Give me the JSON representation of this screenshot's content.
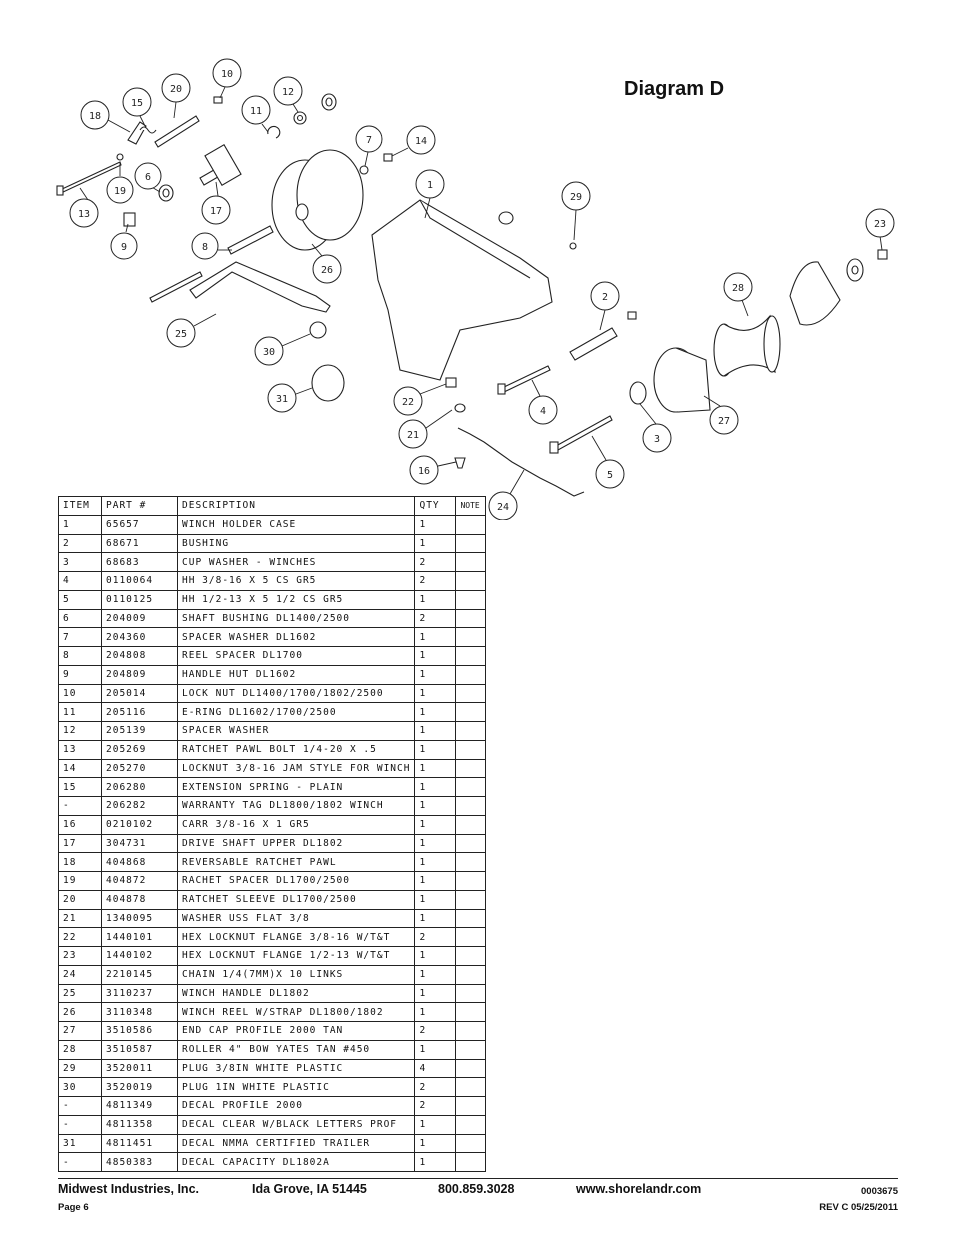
{
  "header": {
    "title": "Diagram D"
  },
  "table": {
    "headers": [
      "ITEM",
      "PART #",
      "DESCRIPTION",
      "QTY",
      "NOTE"
    ],
    "rows": [
      [
        "1",
        "65657",
        "WINCH HOLDER CASE",
        "1",
        ""
      ],
      [
        "2",
        "68671",
        "BUSHING",
        "1",
        ""
      ],
      [
        "3",
        "68683",
        "CUP WASHER - WINCHES",
        "2",
        ""
      ],
      [
        "4",
        "0110064",
        "HH 3/8-16 X 5 CS GR5",
        "2",
        ""
      ],
      [
        "5",
        "0110125",
        "HH 1/2-13 X 5 1/2 CS GR5",
        "1",
        ""
      ],
      [
        "6",
        "204009",
        "SHAFT BUSHING  DL1400/2500",
        "2",
        ""
      ],
      [
        "7",
        "204360",
        "SPACER WASHER  DL1602",
        "1",
        ""
      ],
      [
        "8",
        "204808",
        "REEL SPACER  DL1700",
        "1",
        ""
      ],
      [
        "9",
        "204809",
        "HANDLE HUT  DL1602",
        "1",
        ""
      ],
      [
        "10",
        "205014",
        "LOCK NUT  DL1400/1700/1802/2500",
        "1",
        ""
      ],
      [
        "11",
        "205116",
        "E-RING DL1602/1700/2500",
        "1",
        ""
      ],
      [
        "12",
        "205139",
        "SPACER WASHER",
        "1",
        ""
      ],
      [
        "13",
        "205269",
        "RATCHET PAWL BOLT 1/4-20 X .5",
        "1",
        ""
      ],
      [
        "14",
        "205270",
        "LOCKNUT 3/8-16 JAM STYLE FOR WINCH",
        "1",
        ""
      ],
      [
        "15",
        "206280",
        "EXTENSION SPRING - PLAIN",
        "1",
        ""
      ],
      [
        "-",
        "206282",
        "WARRANTY TAG DL1800/1802 WINCH",
        "1",
        ""
      ],
      [
        "16",
        "0210102",
        "CARR 3/8-16 X 1 GR5",
        "1",
        ""
      ],
      [
        "17",
        "304731",
        "DRIVE SHAFT UPPER  DL1802",
        "1",
        ""
      ],
      [
        "18",
        "404868",
        "REVERSABLE RATCHET PAWL",
        "1",
        ""
      ],
      [
        "19",
        "404872",
        "RACHET SPACER  DL1700/2500",
        "1",
        ""
      ],
      [
        "20",
        "404878",
        "RATCHET SLEEVE  DL1700/2500",
        "1",
        ""
      ],
      [
        "21",
        "1340095",
        "WASHER USS FLAT 3/8",
        "1",
        ""
      ],
      [
        "22",
        "1440101",
        "HEX LOCKNUT FLANGE 3/8-16 W/T&T",
        "2",
        ""
      ],
      [
        "23",
        "1440102",
        "HEX LOCKNUT FLANGE 1/2-13 W/T&T",
        "1",
        ""
      ],
      [
        "24",
        "2210145",
        "CHAIN 1/4(7MM)X 10 LINKS",
        "1",
        ""
      ],
      [
        "25",
        "3110237",
        "WINCH HANDLE  DL1802",
        "1",
        ""
      ],
      [
        "26",
        "3110348",
        "WINCH REEL W/STRAP  DL1800/1802",
        "1",
        ""
      ],
      [
        "27",
        "3510586",
        "END CAP PROFILE 2000 TAN",
        "2",
        ""
      ],
      [
        "28",
        "3510587",
        "ROLLER 4\" BOW YATES TAN #450",
        "1",
        ""
      ],
      [
        "29",
        "3520011",
        "PLUG  3/8IN WHITE PLASTIC",
        "4",
        ""
      ],
      [
        "30",
        "3520019",
        "PLUG  1IN WHITE PLASTIC",
        "2",
        ""
      ],
      [
        "-",
        "4811349",
        "DECAL PROFILE 2000",
        "2",
        ""
      ],
      [
        "-",
        "4811358",
        "DECAL CLEAR W/BLACK LETTERS PROF",
        "1",
        ""
      ],
      [
        "31",
        "4811451",
        " DECAL NMMA CERTIFIED TRAILER",
        "1",
        ""
      ],
      [
        "-",
        "4850383",
        "DECAL CAPACITY DL1802A",
        "1",
        ""
      ]
    ]
  },
  "callouts": [
    "1",
    "2",
    "3",
    "4",
    "5",
    "6",
    "7",
    "8",
    "9",
    "10",
    "11",
    "12",
    "13",
    "14",
    "15",
    "16",
    "17",
    "18",
    "19",
    "20",
    "21",
    "22",
    "23",
    "24",
    "25",
    "26",
    "27",
    "28",
    "29",
    "30",
    "31"
  ],
  "footer": {
    "company": "Midwest Industries, Inc.",
    "city": "Ida Grove, IA  51445",
    "phone": "800.859.3028",
    "website": "www.shorelandr.com",
    "doc_number": "0003675",
    "page": "Page 6",
    "revision": "REV C  05/25/2011"
  }
}
